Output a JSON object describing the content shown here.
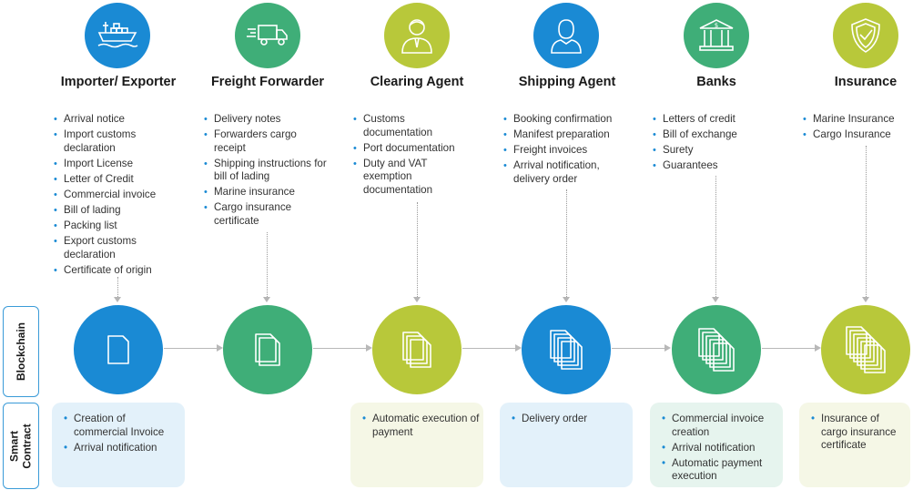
{
  "colors": {
    "blue": "#1a8ad4",
    "green": "#3fae78",
    "lime": "#b8c83a",
    "sc_blue_bg": "#e3f1fa",
    "sc_lime_bg": "#f5f7e6",
    "sc_green_bg": "#e6f4ee"
  },
  "side_labels": {
    "blockchain": "Blockchain",
    "smart_contract": [
      "Smart",
      "Contract"
    ]
  },
  "parties": [
    {
      "title": "Importer/ Exporter",
      "icon": "cargo-ship-icon",
      "color": "blue",
      "docs": [
        "Arrival notice",
        "Import customs declaration",
        "Import License",
        "Letter of Credit",
        "Commercial invoice",
        "Bill of lading",
        "Packing list",
        "Export customs declaration",
        "Certificate of origin"
      ],
      "stack": 1,
      "smart_contract": [
        "Creation of commercial Invoice",
        "Arrival notification"
      ]
    },
    {
      "title": "Freight Forwarder",
      "icon": "delivery-truck-icon",
      "color": "green",
      "docs": [
        "Delivery notes",
        "Forwarders cargo receipt",
        "Shipping instructions for bill of lading",
        "Marine insurance",
        "Cargo insurance certificate"
      ],
      "stack": 2,
      "smart_contract": []
    },
    {
      "title": "Clearing Agent",
      "icon": "agent-person-icon",
      "color": "lime",
      "docs": [
        "Customs documentation",
        "Port documentation",
        "Duty and VAT exemption documentation"
      ],
      "stack": 3,
      "smart_contract": [
        "Automatic execution of payment"
      ]
    },
    {
      "title": "Shipping Agent",
      "icon": "person-silhouette-icon",
      "color": "blue",
      "docs": [
        "Booking confirmation",
        "Manifest preparation",
        "Freight invoices",
        "Arrival notification, delivery order"
      ],
      "stack": 4,
      "smart_contract": [
        "Delivery order"
      ]
    },
    {
      "title": "Banks",
      "icon": "bank-building-icon",
      "color": "green",
      "docs": [
        "Letters of credit",
        "Bill of exchange",
        "Surety",
        "Guarantees"
      ],
      "stack": 5,
      "smart_contract": [
        "Commercial invoice creation",
        "Arrival notification",
        "Automatic payment execution"
      ]
    },
    {
      "title": "Insurance",
      "icon": "shield-check-icon",
      "color": "lime",
      "docs": [
        "Marine Insurance",
        "Cargo Insurance"
      ],
      "stack": 6,
      "smart_contract": [
        "Insurance of cargo insurance certificate"
      ]
    }
  ]
}
